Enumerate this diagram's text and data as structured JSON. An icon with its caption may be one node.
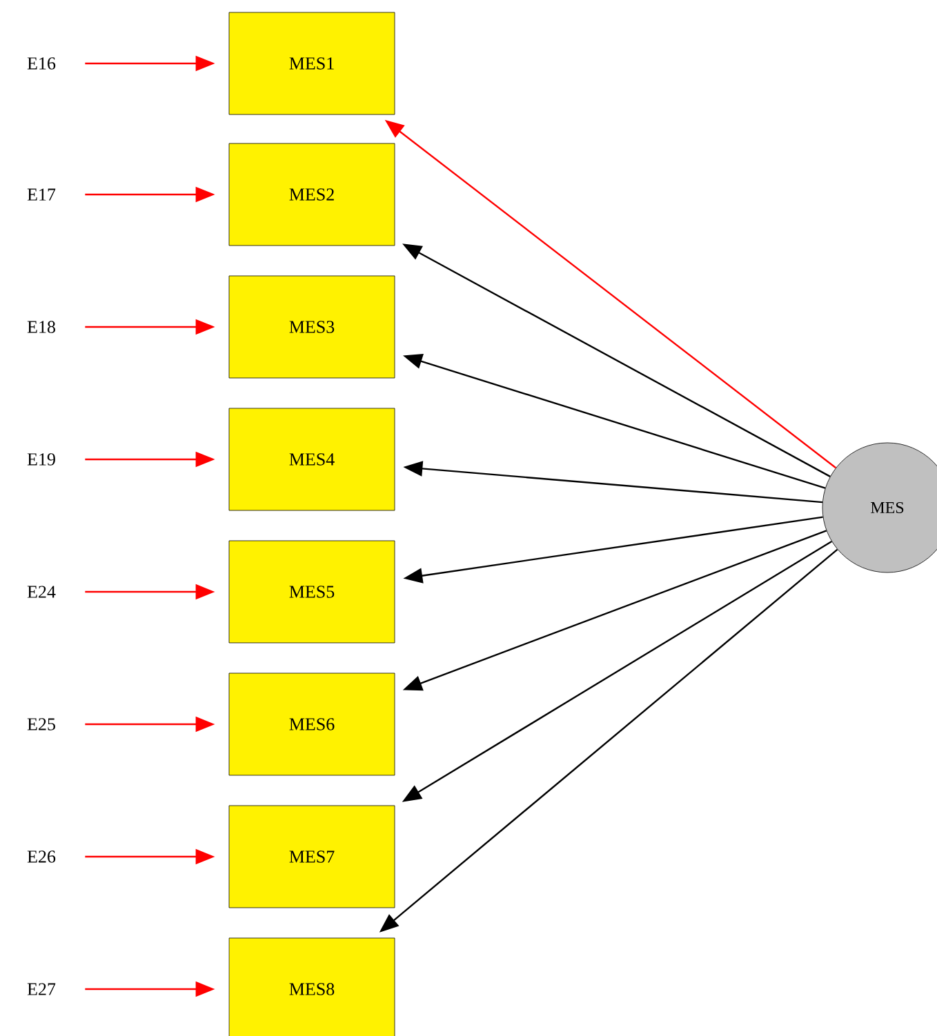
{
  "diagram": {
    "nodes": [
      {
        "text": [
          "E16"
        ]
      },
      {
        "text": [
          "MES1"
        ]
      },
      {
        "text": [
          "E17"
        ]
      },
      {
        "text": [
          "MES2"
        ]
      },
      {
        "text": [
          "E18"
        ]
      },
      {
        "text": [
          "MES3"
        ]
      },
      {
        "text": [
          "E19"
        ]
      },
      {
        "text": [
          "MES4"
        ]
      },
      {
        "text": [
          "E24"
        ]
      },
      {
        "text": [
          "MES5"
        ]
      },
      {
        "text": [
          "E25"
        ]
      },
      {
        "text": [
          "MES6"
        ]
      },
      {
        "text": [
          "E26"
        ]
      },
      {
        "text": [
          "MES7"
        ]
      },
      {
        "text": [
          "E27"
        ]
      },
      {
        "text": [
          "MES8"
        ]
      },
      {
        "text": [
          "MES"
        ]
      }
    ],
    "edges": [
      {
        "from": 0,
        "to": 1,
        "arrow": "to"
      },
      {
        "from": 2,
        "to": 3,
        "arrow": "to"
      },
      {
        "from": 4,
        "to": 5,
        "arrow": "to"
      },
      {
        "from": 6,
        "to": 7,
        "arrow": "to"
      },
      {
        "from": 8,
        "to": 9,
        "arrow": "to"
      },
      {
        "from": 10,
        "to": 11,
        "arrow": "to"
      },
      {
        "from": 12,
        "to": 13,
        "arrow": "to"
      },
      {
        "from": 14,
        "to": 15,
        "arrow": "to"
      },
      {
        "from": 16,
        "to": 1,
        "arrow": "to"
      },
      {
        "from": 16,
        "to": 3,
        "arrow": "to",
        "color": "#000000"
      },
      {
        "from": 16,
        "to": 5,
        "arrow": "to",
        "color": "#000000"
      },
      {
        "from": 16,
        "to": 7,
        "arrow": "to",
        "color": "#000000"
      },
      {
        "from": 16,
        "to": 9,
        "arrow": "to",
        "color": "#000000"
      },
      {
        "from": 16,
        "to": 11,
        "arrow": "to",
        "color": "#000000"
      },
      {
        "from": 16,
        "to": 13,
        "arrow": "to",
        "color": "#000000"
      },
      {
        "from": 16,
        "to": 15,
        "arrow": "to",
        "color": "#000000"
      }
    ]
  }
}
